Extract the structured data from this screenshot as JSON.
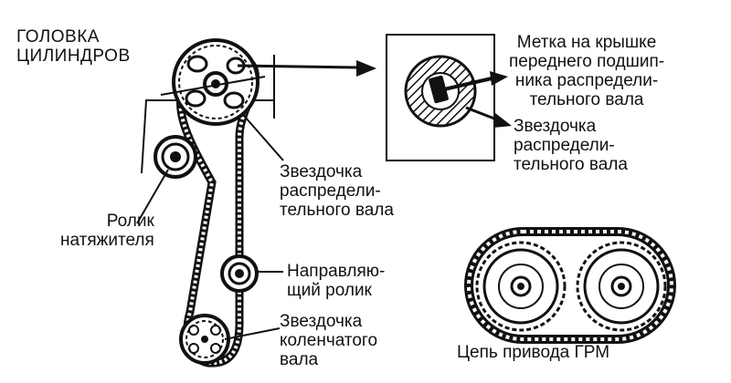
{
  "labels": {
    "cylinder_head": "ГОЛОВКА\nЦИЛИНДРОВ",
    "bearing_cover_mark": "Метка на крышке\nпереднего подшип-\nника распредели-\nтельного вала",
    "camshaft_sprocket_detail": "Звездочка\nраспредели-\nтельного вала",
    "camshaft_sprocket": "Звездочка\nраспредели-\nтельного вала",
    "tensioner_roller": "Ролик\nнатяжителя",
    "guide_roller": "Направляю-\nщий ролик",
    "crankshaft_sprocket": "Звездочка\nколенчатого\nвала",
    "timing_chain": "Цепь привода ГРМ"
  },
  "colors": {
    "ink": "#111111",
    "background": "#ffffff"
  }
}
